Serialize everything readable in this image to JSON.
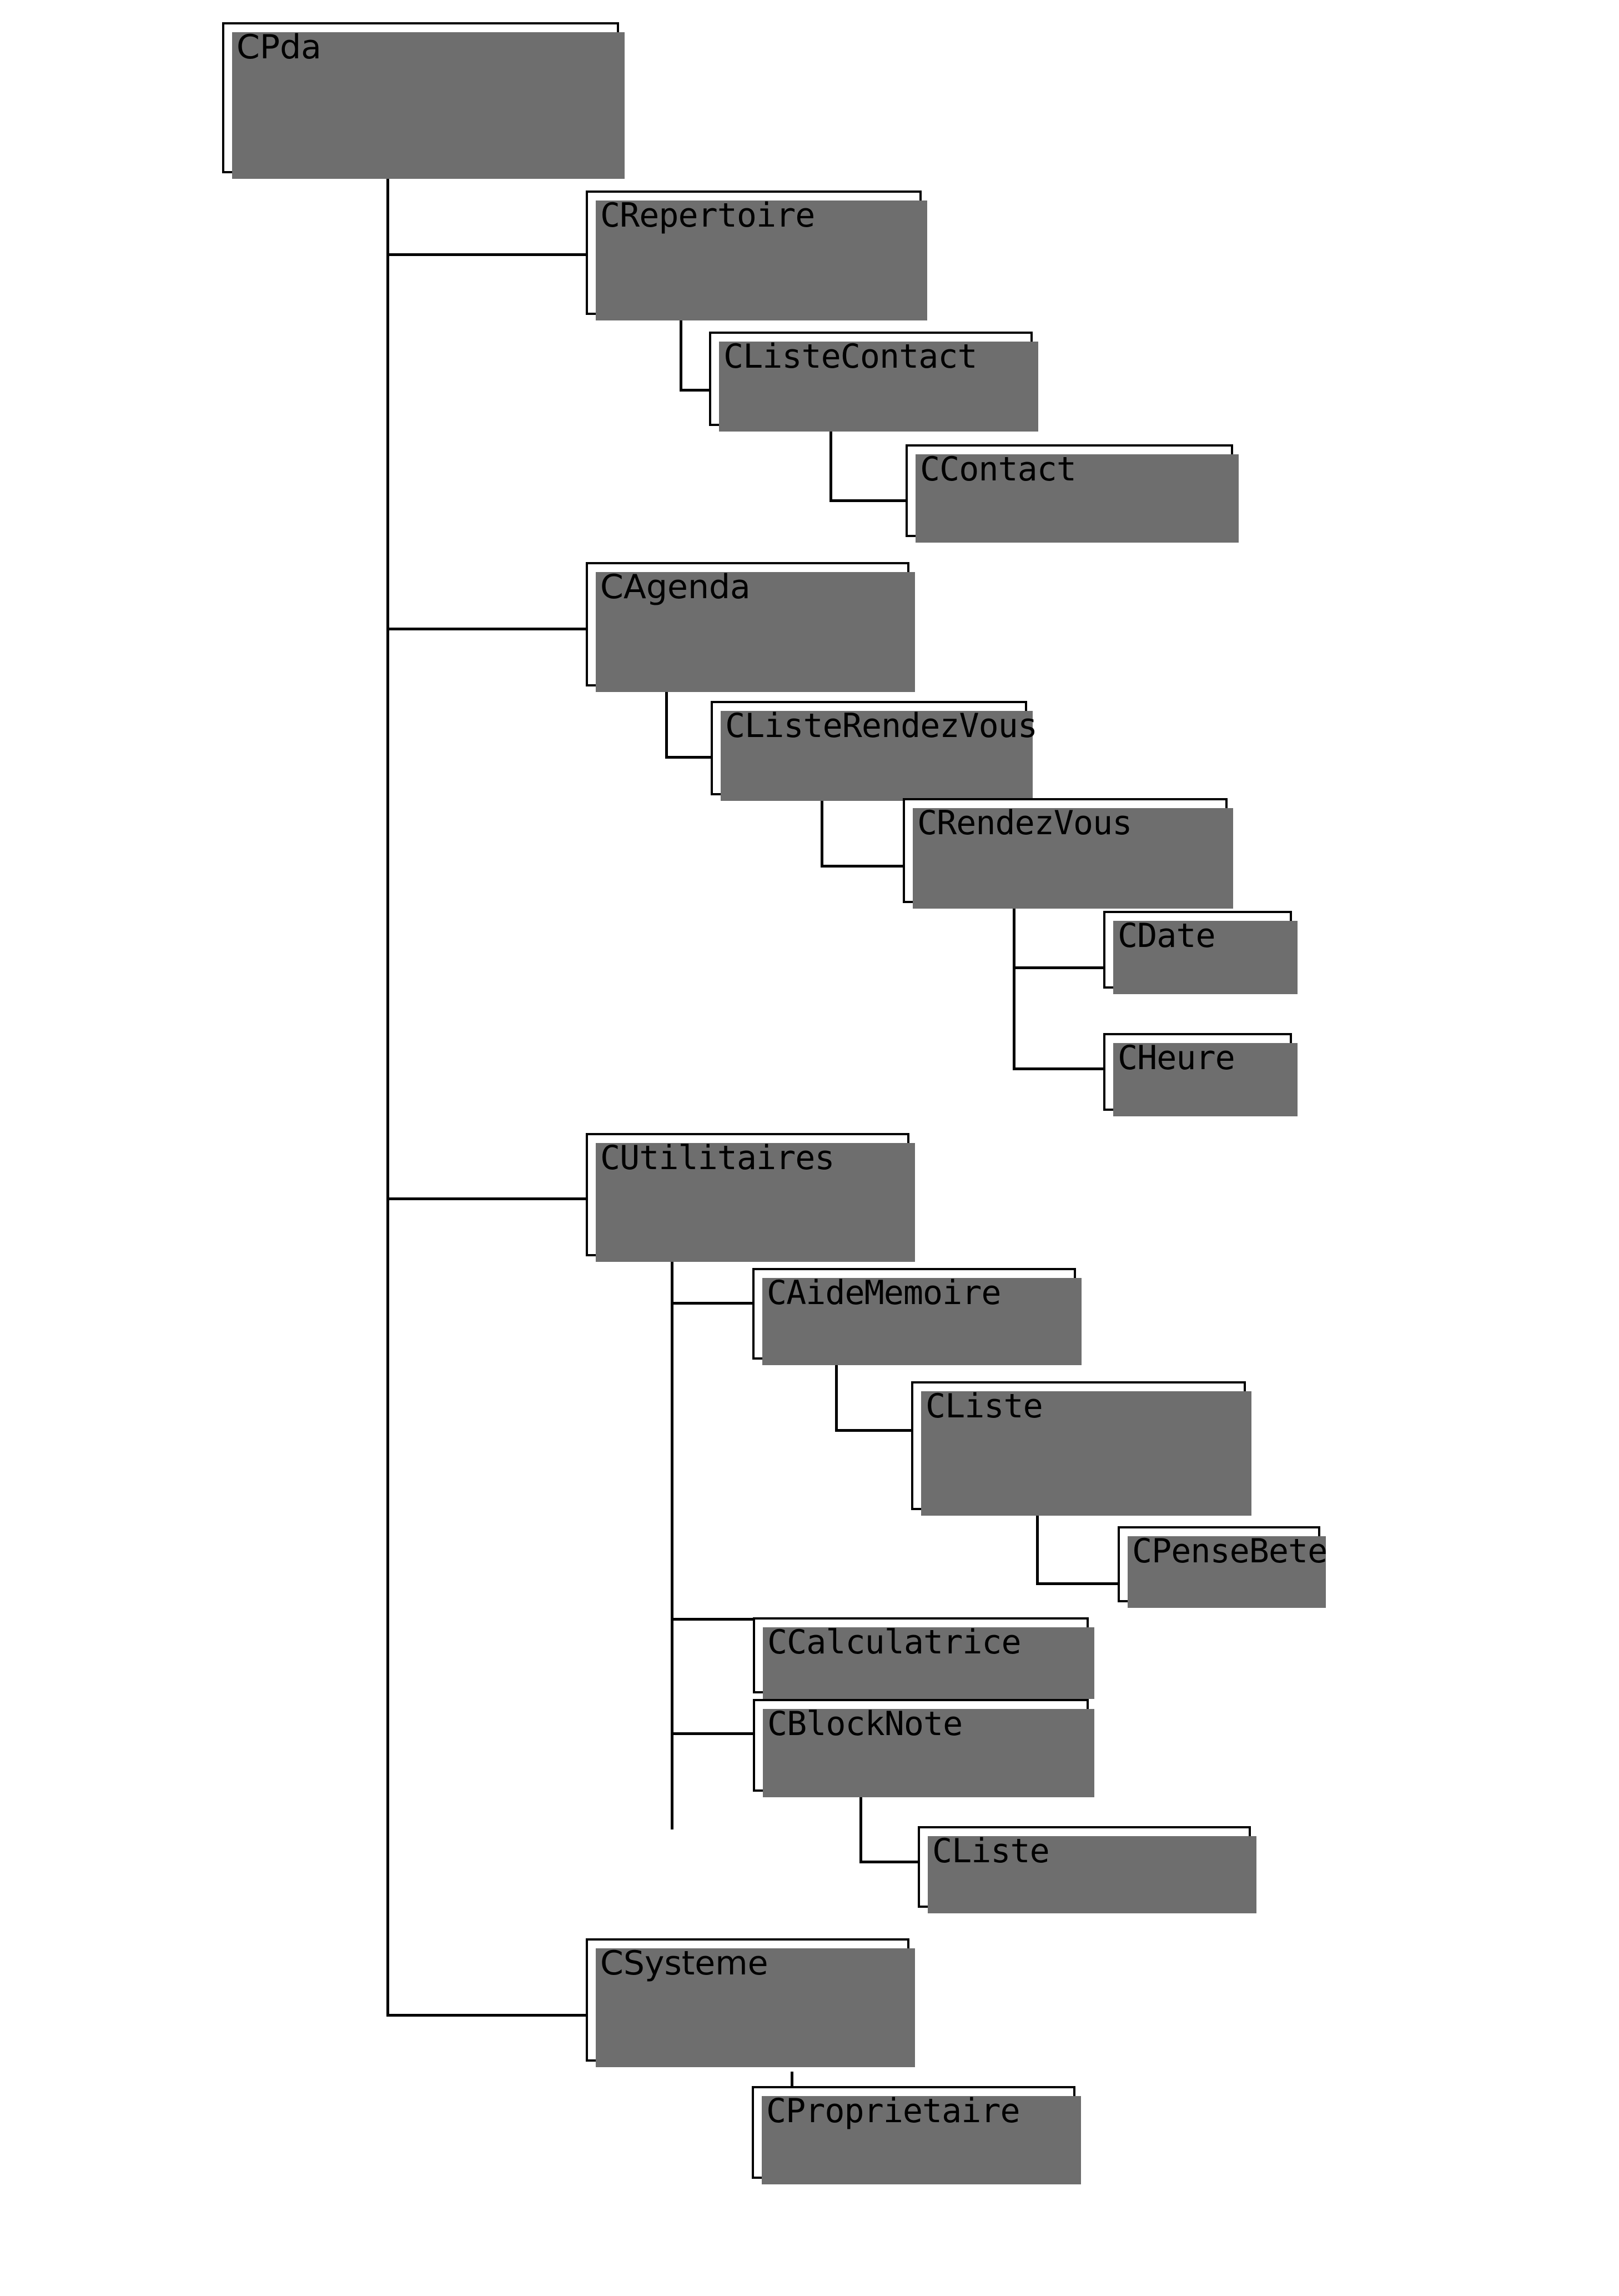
{
  "diagram": {
    "title": "CPda class hierarchy",
    "type": "class-hierarchy-tree",
    "style": {
      "box_fill": "#ffffff",
      "box_border": "#000000",
      "shadow_color": "#6e6e6e",
      "line_color": "#000000",
      "page_background": "#ffffff"
    }
  },
  "nodes": {
    "cpda": {
      "label": "CPda"
    },
    "crepertoire": {
      "label": "CRepertoire"
    },
    "clistecontact": {
      "label": "CListeContact"
    },
    "ccontact": {
      "label": "CContact"
    },
    "cagenda": {
      "label": "CAgenda"
    },
    "clisterendezvous": {
      "label": "CListeRendezVous"
    },
    "crendezvous": {
      "label": "CRendezVous"
    },
    "cdate": {
      "label": "CDate"
    },
    "cheure": {
      "label": "CHeure"
    },
    "cutilitaires": {
      "label": "CUtilitaires"
    },
    "caidememoire": {
      "label": "CAideMemoire"
    },
    "cliste_aide": {
      "label": "CListe"
    },
    "cpensebete": {
      "label": "CPenseBete"
    },
    "ccalculatrice": {
      "label": "CCalculatrice"
    },
    "cblocknote": {
      "label": "CBlockNote"
    },
    "cliste_block": {
      "label": "CListe"
    },
    "csysteme": {
      "label": "CSysteme"
    },
    "cproprietaire": {
      "label": "CProprietaire"
    }
  },
  "tree": {
    "root": "CPda",
    "edges": [
      {
        "parent": "CPda",
        "child": "CRepertoire"
      },
      {
        "parent": "CPda",
        "child": "CAgenda"
      },
      {
        "parent": "CPda",
        "child": "CUtilitaires"
      },
      {
        "parent": "CPda",
        "child": "CSysteme"
      },
      {
        "parent": "CRepertoire",
        "child": "CListeContact"
      },
      {
        "parent": "CListeContact",
        "child": "CContact"
      },
      {
        "parent": "CAgenda",
        "child": "CListeRendezVous"
      },
      {
        "parent": "CListeRendezVous",
        "child": "CRendezVous"
      },
      {
        "parent": "CRendezVous",
        "child": "CDate"
      },
      {
        "parent": "CRendezVous",
        "child": "CHeure"
      },
      {
        "parent": "CUtilitaires",
        "child": "CAideMemoire"
      },
      {
        "parent": "CUtilitaires",
        "child": "CCalculatrice"
      },
      {
        "parent": "CUtilitaires",
        "child": "CBlockNote"
      },
      {
        "parent": "CAideMemoire",
        "child": "CListe"
      },
      {
        "parent": "CListe",
        "child": "CPenseBete"
      },
      {
        "parent": "CBlockNote",
        "child": "CListe"
      },
      {
        "parent": "CSysteme",
        "child": "CProprietaire"
      }
    ]
  }
}
